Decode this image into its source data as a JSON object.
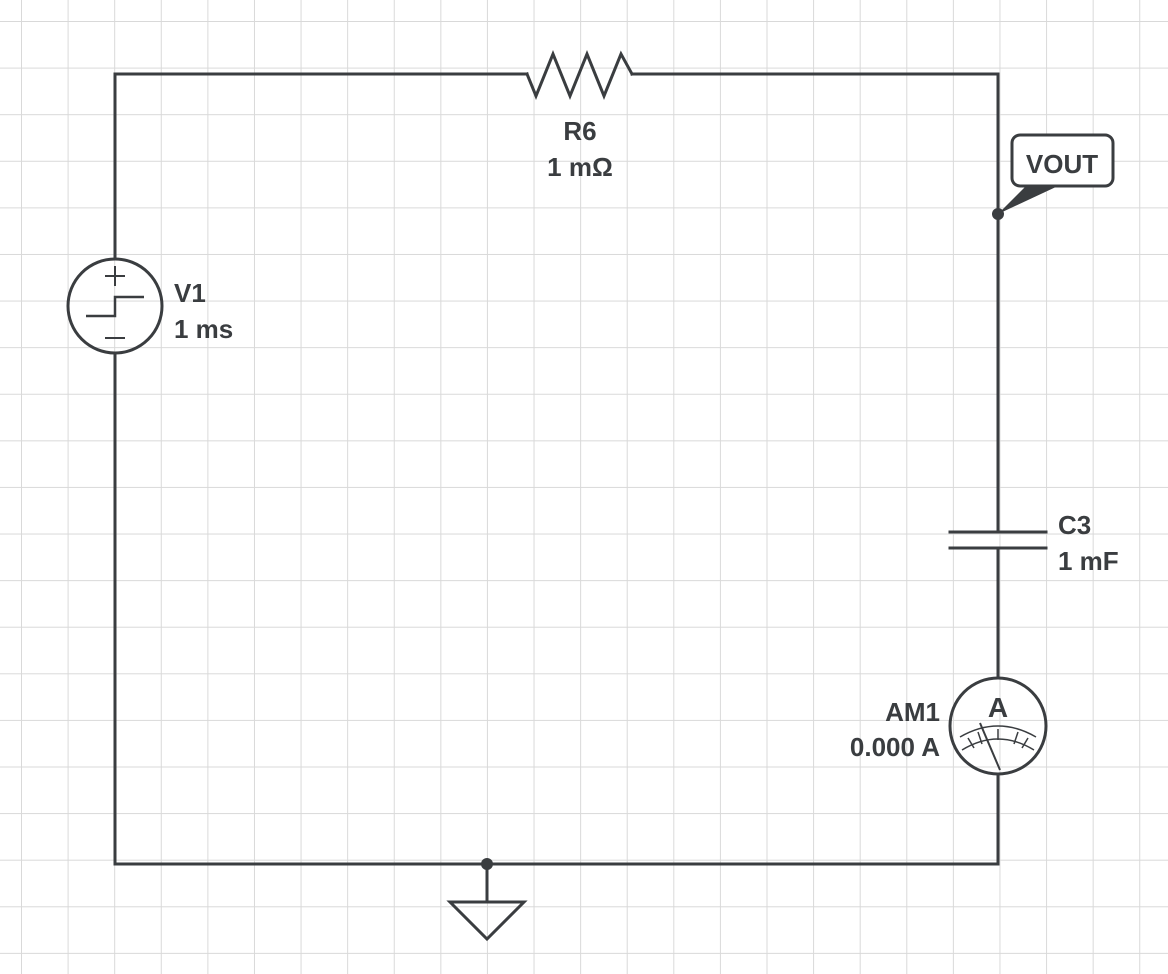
{
  "components": {
    "resistor": {
      "ref": "R6",
      "value": "1 mΩ"
    },
    "source": {
      "ref": "V1",
      "value": "1 ms"
    },
    "capacitor": {
      "ref": "C3",
      "value": "1 mF"
    },
    "ammeter": {
      "ref": "AM1",
      "value": "0.000 A",
      "symbol": "A"
    }
  },
  "net_labels": {
    "vout": "VOUT"
  },
  "icons": {
    "source": "step-voltage-source-icon",
    "ground": "ground-icon",
    "ammeter": "ammeter-gauge-icon"
  }
}
